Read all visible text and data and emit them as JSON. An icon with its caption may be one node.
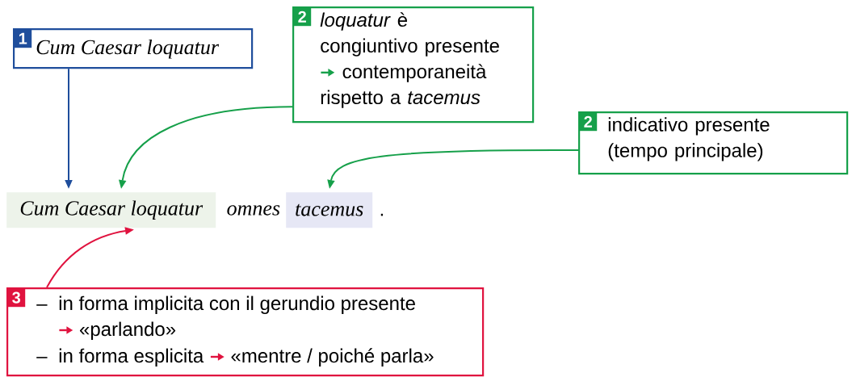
{
  "diagram": {
    "nodes": [
      {
        "text": [
          "1",
          "Cum Caesar loquatur"
        ]
      },
      {
        "text": [
          "2",
          "*loquatur* è congiuntivo presente",
          "contemporaneità rispetto a *tacemus*"
        ]
      },
      {
        "text": [
          "3",
          "–",
          "in forma implicita con il gerundio presente",
          "«parlando»",
          "–",
          "in forma esplicita",
          "«mentre / poiché parla»"
        ]
      },
      {
        "text": [
          "2",
          "indicativo presente (tempo principale)"
        ]
      },
      {
        "text": [
          "Cum Caesar loquatur"
        ]
      },
      {
        "text": [
          "tacemus"
        ],
        "beside": [
          "."
        ]
      }
    ],
    "edges": [
      {
        "from": 0,
        "to": 4,
        "arrow": "to",
        "color": "#1f4e9c"
      },
      {
        "from": 1,
        "to": 4,
        "arrow": "to"
      },
      {
        "from": 3,
        "to": 5,
        "arrow": "to"
      },
      {
        "from": 2,
        "to": 4,
        "arrow": "to",
        "color": "#e0133f"
      }
    ],
    "labels": [
      "omnes"
    ]
  }
}
